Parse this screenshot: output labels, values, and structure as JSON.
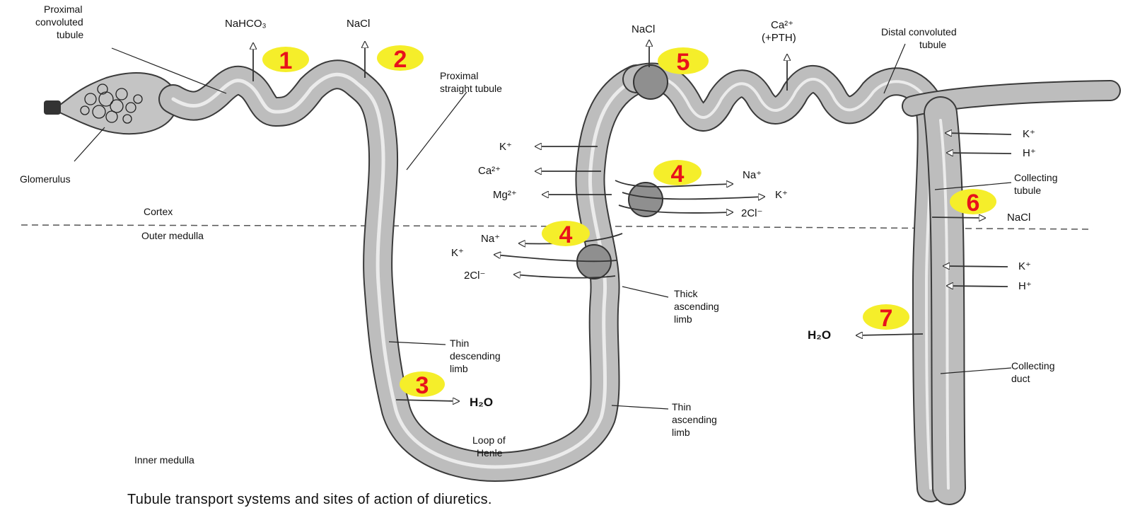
{
  "labels": {
    "proximal_convoluted": [
      "Proximal",
      "convoluted",
      "tubule"
    ],
    "glomerulus": "Glomerulus",
    "proximal_straight": [
      "Proximal",
      "straight tubule"
    ],
    "cortex": "Cortex",
    "outer_medulla": "Outer medulla",
    "inner_medulla": "Inner medulla",
    "thin_descending": [
      "Thin",
      "descending",
      "limb"
    ],
    "loop_of_henle": [
      "Loop of",
      "Henle"
    ],
    "thick_ascending": [
      "Thick",
      "ascending",
      "limb"
    ],
    "thin_ascending": [
      "Thin",
      "ascending",
      "limb"
    ],
    "distal_convoluted": [
      "Distal convoluted",
      "tubule"
    ],
    "collecting_tubule": [
      "Collecting",
      "tubule"
    ],
    "collecting_duct": [
      "Collecting",
      "duct"
    ]
  },
  "ions": {
    "nahco3": "NaHCO₃",
    "nacl_2": "NaCl",
    "nacl_5": "NaCl",
    "ca_pth": [
      "Ca²⁺",
      "(+PTH)"
    ],
    "k_left": "K⁺",
    "ca_left": "Ca²⁺",
    "mg_left": "Mg²⁺",
    "na_upper": "Na⁺",
    "k_upper": "K⁺",
    "cl_upper": "2Cl⁻",
    "na_lower": "Na⁺",
    "k_lower": "K⁺",
    "cl_lower": "2Cl⁻",
    "h2o_3": "H₂O",
    "h2o_7": "H₂O",
    "k_ct1": "K⁺",
    "h_ct1": "H⁺",
    "nacl_6": "NaCl",
    "k_ct2": "K⁺",
    "h_ct2": "H⁺"
  },
  "sites": [
    "1",
    "2",
    "3",
    "4",
    "4",
    "5",
    "6",
    "7"
  ],
  "caption": "Tubule transport systems and sites of action of diuretics.",
  "colors": {
    "tubule_fill": "#bdbdbd",
    "tubule_outline": "#3a3a3a",
    "lumen": "#e9e9e9",
    "site_badge": "#f5ee2a",
    "site_number": "#e8121b",
    "transporter": "#8f8f8f"
  }
}
